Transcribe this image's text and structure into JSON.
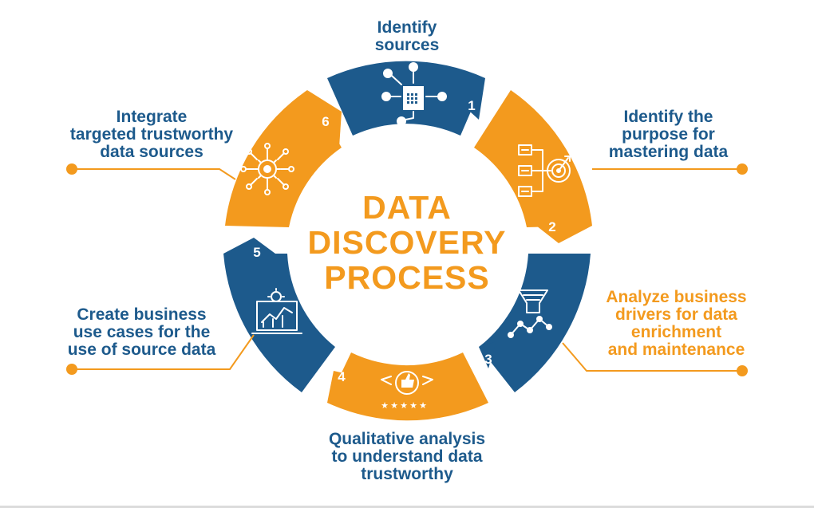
{
  "colors": {
    "blue": "#1d5a8c",
    "orange": "#f39a1e",
    "line_gray": "#dcdcdc"
  },
  "title": {
    "lines": [
      "DATA",
      "DISCOVERY",
      "PROCESS"
    ]
  },
  "steps": [
    {
      "number": "1",
      "lines": [
        "Identify",
        "sources"
      ],
      "color": "blue",
      "icon": "data-flow-icon"
    },
    {
      "number": "2",
      "lines": [
        "Identify the",
        "purpose for",
        "mastering data"
      ],
      "color": "orange",
      "icon": "target-list-icon"
    },
    {
      "number": "3",
      "lines": [
        "Analyze business",
        "drivers for data",
        "enrichment",
        "and maintenance"
      ],
      "color": "blue",
      "icon": "funnel-analytics-icon"
    },
    {
      "number": "4",
      "lines": [
        "Qualitative analysis",
        "to understand data",
        "trustworthy"
      ],
      "color": "orange",
      "icon": "thumbs-up-rating-icon"
    },
    {
      "number": "5",
      "lines": [
        "Create business",
        "use cases for the",
        "use of source data"
      ],
      "color": "blue",
      "icon": "dashboard-chart-icon"
    },
    {
      "number": "6",
      "lines": [
        "Integrate",
        "targeted trustworthy",
        "data sources"
      ],
      "color": "orange",
      "icon": "gear-network-icon"
    }
  ]
}
